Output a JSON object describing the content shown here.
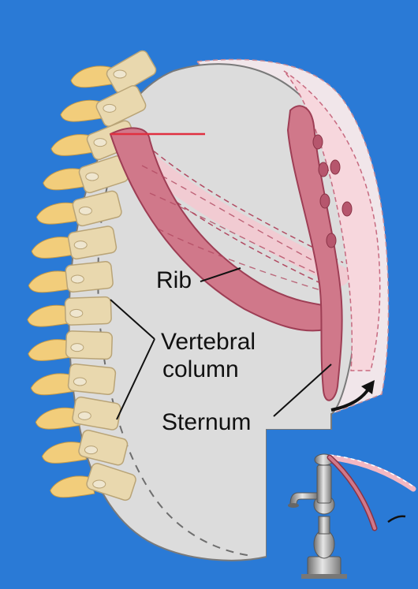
{
  "labels": {
    "rib": "Rib",
    "vertebral_line1": "Vertebral",
    "vertebral_line2": "column",
    "sternum": "Sternum"
  },
  "colors": {
    "background": "#2a7ad6",
    "thorax_fill": "#dcdcdc",
    "outline": "#7a7a7a",
    "bone_fill": "#e9d8ae",
    "bone_stroke": "#b9a477",
    "spinous_fill": "#f2cd7b",
    "rib_fill": "#d0788a",
    "rib_stroke": "#9e3e55",
    "rib_raised_fill": "#f3c9d0",
    "indicator_line": "#e03040",
    "arrow": "#111111",
    "pump_metal": "#9a9a9a"
  },
  "icons": [
    "curved-arrow-icon",
    "pump-handle-icon"
  ]
}
